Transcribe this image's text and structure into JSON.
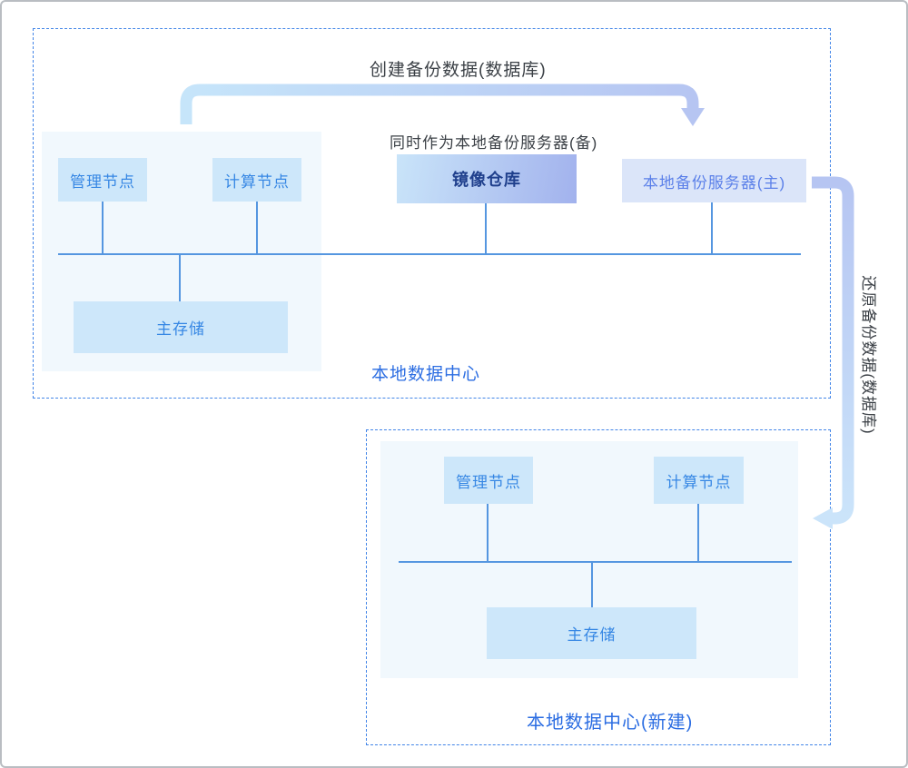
{
  "flows": {
    "create_label": "创建备份数据(数据库)",
    "standby_note": "同时作为本地备份服务器(备)",
    "restore_label": "还原备份数据(数据库)"
  },
  "datacenter1": {
    "label": "本地数据中心",
    "nodes": {
      "management": "管理节点",
      "compute": "计算节点",
      "mirror_repo": "镜像仓库",
      "backup_server": "本地备份服务器(主)",
      "primary_storage": "主存储"
    }
  },
  "datacenter2": {
    "label": "本地数据中心(新建)",
    "nodes": {
      "management": "管理节点",
      "compute": "计算节点",
      "primary_storage": "主存储"
    }
  },
  "colors": {
    "container_border": "#4285e8",
    "panel_bg": "#f1f8fd",
    "node_bg": "#cde7fa",
    "node_text": "#3687e4",
    "mirror_gradient_start": "#c9e4f9",
    "mirror_gradient_end": "#a2b2ed",
    "mirror_text": "#1f3f8c",
    "backup_bg": "#dbe5f9",
    "backup_text": "#5b80e9",
    "bus_line": "#5596e0",
    "dc_label_text": "#2b6de2",
    "arrow_sky": "#c6e5fa",
    "arrow_periwinkle": "#b6c5f2",
    "annotation_text": "#3b4046"
  }
}
